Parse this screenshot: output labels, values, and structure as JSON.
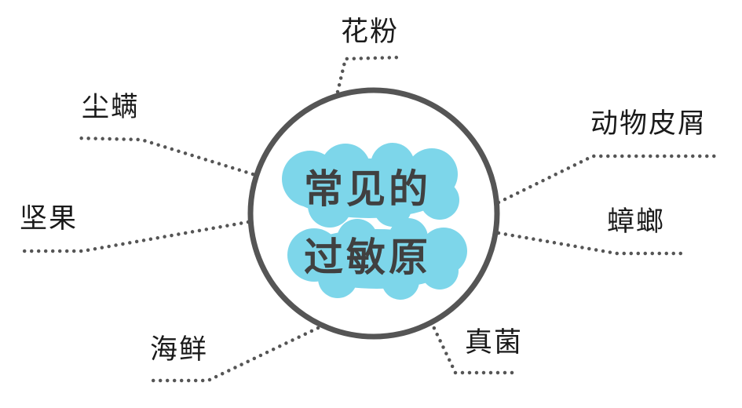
{
  "center": {
    "line1": "常见的",
    "line2": "过敏原"
  },
  "allergens": [
    {
      "id": "pollen",
      "label": "花粉"
    },
    {
      "id": "dust-mites",
      "label": "尘螨"
    },
    {
      "id": "nuts",
      "label": "坚果"
    },
    {
      "id": "seafood",
      "label": "海鲜"
    },
    {
      "id": "fungi",
      "label": "真菌"
    },
    {
      "id": "cockroach",
      "label": "蟑螂"
    },
    {
      "id": "pet-dander",
      "label": "动物皮屑"
    }
  ],
  "colors": {
    "circle": "#555555",
    "cloud": "#7dd6ea",
    "dots": "#555555",
    "text": "#1a1a1a"
  }
}
